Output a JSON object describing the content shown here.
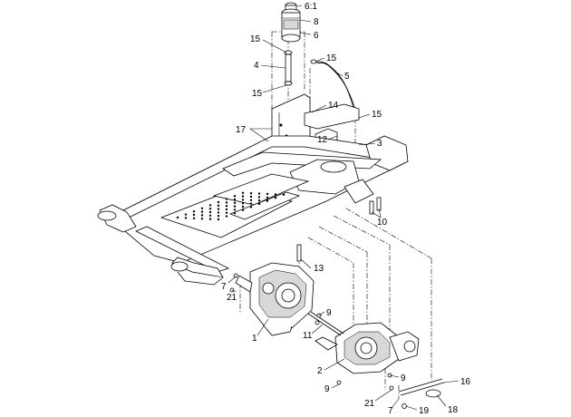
{
  "callouts": [
    {
      "id": "c1",
      "text": "6:1"
    },
    {
      "id": "c2",
      "text": "8"
    },
    {
      "id": "c3",
      "text": "6"
    },
    {
      "id": "c4",
      "text": "15"
    },
    {
      "id": "c5",
      "text": "15"
    },
    {
      "id": "c6",
      "text": "4"
    },
    {
      "id": "c7",
      "text": "5"
    },
    {
      "id": "c8",
      "text": "15"
    },
    {
      "id": "c9",
      "text": "14"
    },
    {
      "id": "c10",
      "text": "15"
    },
    {
      "id": "c11",
      "text": "17"
    },
    {
      "id": "c12",
      "text": "12"
    },
    {
      "id": "c13",
      "text": "3"
    },
    {
      "id": "c14",
      "text": "10"
    },
    {
      "id": "c15",
      "text": "13"
    },
    {
      "id": "c16",
      "text": "7"
    },
    {
      "id": "c17",
      "text": "21"
    },
    {
      "id": "c18",
      "text": "9"
    },
    {
      "id": "c19",
      "text": "1"
    },
    {
      "id": "c20",
      "text": "11"
    },
    {
      "id": "c21",
      "text": "2"
    },
    {
      "id": "c22",
      "text": "9"
    },
    {
      "id": "c23",
      "text": "9"
    },
    {
      "id": "c24",
      "text": "21"
    },
    {
      "id": "c25",
      "text": "7"
    },
    {
      "id": "c26",
      "text": "19"
    },
    {
      "id": "c27",
      "text": "16"
    },
    {
      "id": "c28",
      "text": "18"
    }
  ],
  "colors": {
    "line": "#000000",
    "background": "#ffffff",
    "shade": "#d8d8d8"
  }
}
